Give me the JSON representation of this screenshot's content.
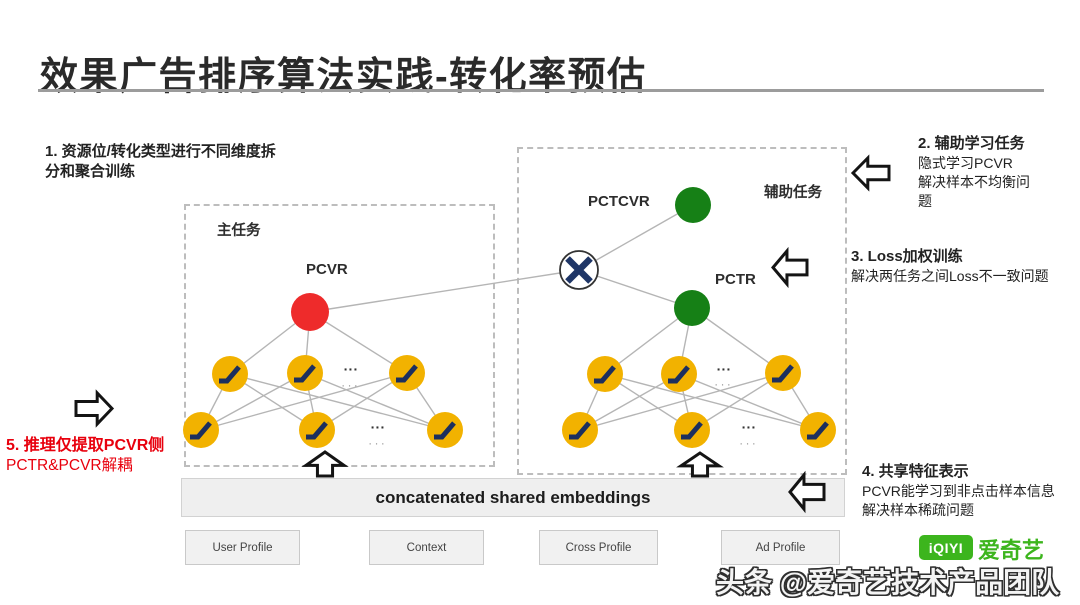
{
  "slide": {
    "title": "效果广告排序算法实践-转化率预估"
  },
  "colors": {
    "title_dark": "#2a2a2a",
    "accent_red_text": "#e8000d",
    "node_red": "#ee2b2b",
    "node_green": "#168016",
    "node_yellow": "#f2b200",
    "glyph_navy": "#1c2f5e",
    "multiply_x_navy": "#1e3566",
    "line_gray": "#b5b5b5",
    "brand_green": "#3cb51d"
  },
  "annotations": {
    "a1": {
      "lines": [
        "1. 资源位/转化类型进行不同维度拆",
        "分和聚合训练"
      ]
    },
    "a2": {
      "heading": "2. 辅助学习任务",
      "lines": [
        "隐式学习PCVR",
        "解决样本不均衡问",
        "题"
      ]
    },
    "a3": {
      "heading": "3. Loss加权训练",
      "lines": [
        "解决两任务之间Loss不一致问题"
      ]
    },
    "a4": {
      "heading": "4. 共享特征表示",
      "lines": [
        "PCVR能学习到非点击样本信息",
        "解决样本稀疏问题"
      ]
    },
    "a5": {
      "heading": "5. 推理仅提取PCVR侧",
      "lines": [
        "PCTR&PCVR解耦"
      ]
    }
  },
  "diagram": {
    "main_task_label": "主任务",
    "aux_task_label": "辅助任务",
    "node_labels": {
      "pcvr": "PCVR",
      "pctcvr": "PCTCVR",
      "pctr": "PCTR"
    },
    "ellipsis": "...",
    "embeddings_label": "concatenated shared embeddings",
    "inputs": [
      "User Profile",
      "Context",
      "Cross Profile",
      "Ad Profile"
    ]
  },
  "footer": {
    "logo_text": "iQIYI",
    "logo_cn": "爱奇艺",
    "watermark": "头条 @爱奇艺技术产品团队"
  }
}
